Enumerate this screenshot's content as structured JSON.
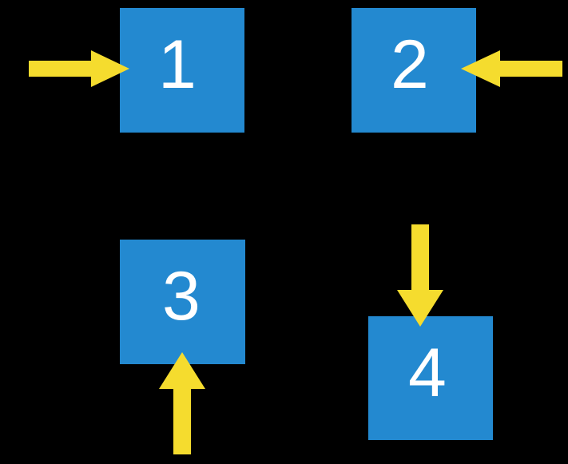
{
  "diagram": {
    "title": "four-box arrow diagram",
    "background_color": "#000000",
    "box_color": "#2389d0",
    "arrow_color": "#f5dc2e",
    "label_color": "#ffffff",
    "nodes": [
      {
        "id": "1",
        "label": "1"
      },
      {
        "id": "2",
        "label": "2"
      },
      {
        "id": "3",
        "label": "3"
      },
      {
        "id": "4",
        "label": "4"
      }
    ],
    "arrows": [
      {
        "id": "arrow-into-1",
        "direction": "right",
        "target": "1",
        "enters_edge": "left"
      },
      {
        "id": "arrow-into-2",
        "direction": "left",
        "target": "2",
        "enters_edge": "right"
      },
      {
        "id": "arrow-into-3",
        "direction": "up",
        "target": "3",
        "enters_edge": "bottom"
      },
      {
        "id": "arrow-into-4",
        "direction": "down",
        "target": "4",
        "enters_edge": "top"
      }
    ]
  }
}
